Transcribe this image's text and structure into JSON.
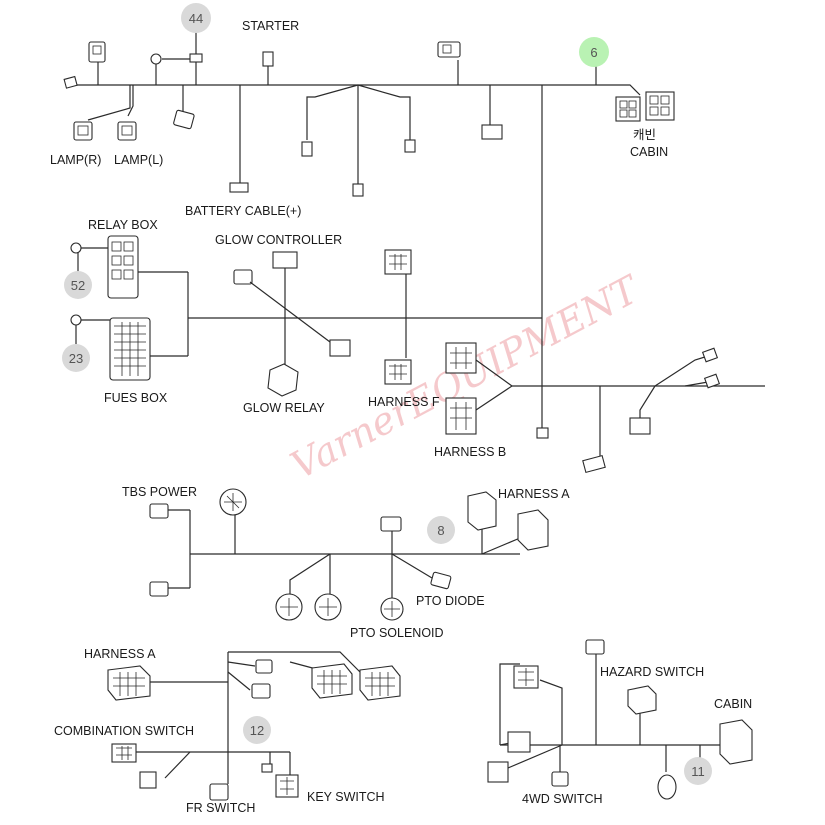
{
  "labels": {
    "starter": "STARTER",
    "lamp_r": "LAMP(R)",
    "lamp_l": "LAMP(L)",
    "battery_cable": "BATTERY CABLE(+)",
    "cabin_korean": "캐빈",
    "cabin_top": "CABIN",
    "relay_box": "RELAY BOX",
    "fues_box": "FUES BOX",
    "glow_controller": "GLOW CONTROLLER",
    "glow_relay": "GLOW RELAY",
    "harness_f": "HARNESS F",
    "harness_b": "HARNESS B",
    "tbs_power": "TBS POWER",
    "harness_a_mid": "HARNESS A",
    "pto_diode": "PTO DIODE",
    "pto_solenoid": "PTO SOLENOID",
    "harness_a_bottom": "HARNESS A",
    "combination_switch": "COMBINATION SWITCH",
    "fr_switch": "FR SWITCH",
    "key_switch": "KEY SWITCH",
    "hazard_switch": "HAZARD SWITCH",
    "cabin_bottom": "CABIN",
    "wd_switch": "4WD SWITCH"
  },
  "badges": {
    "b44": "44",
    "b6": "6",
    "b52": "52",
    "b23": "23",
    "b8": "8",
    "b12": "12",
    "b11": "11"
  },
  "watermark": "VarnerEQUIPMENT",
  "colors": {
    "badge_gray": "#d9d9d9",
    "badge_green": "#b9f2b3",
    "watermark": "#f2b8bb"
  }
}
